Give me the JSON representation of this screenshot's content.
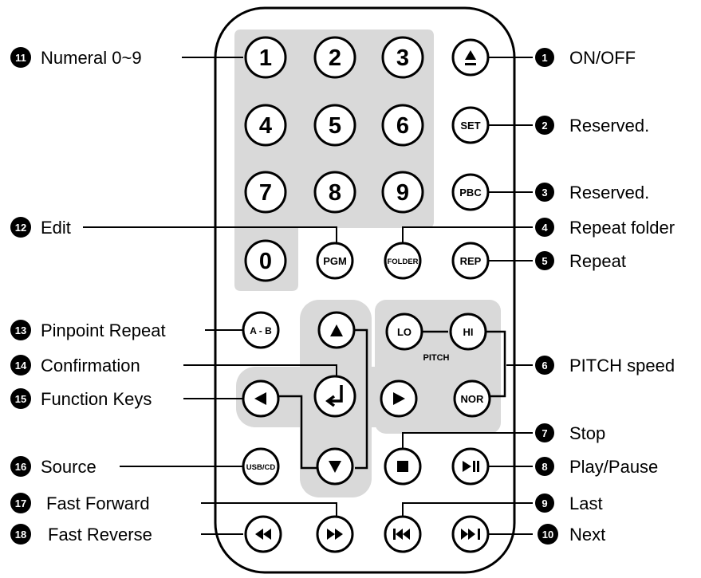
{
  "remote": {
    "buttons": {
      "n1": "1",
      "n2": "2",
      "n3": "3",
      "n4": "4",
      "n5": "5",
      "n6": "6",
      "n7": "7",
      "n8": "8",
      "n9": "9",
      "n0": "0",
      "set": "SET",
      "pbc": "PBC",
      "pgm": "PGM",
      "folder": "FOLDER",
      "rep": "REP",
      "ab": "A - B",
      "lo": "LO",
      "hi": "HI",
      "nor": "NOR",
      "usbcd": "USB/CD"
    },
    "pitch_label": "PITCH"
  },
  "callouts": {
    "c1": {
      "num": "1",
      "text": "ON/OFF"
    },
    "c2": {
      "num": "2",
      "text": "Reserved."
    },
    "c3": {
      "num": "3",
      "text": "Reserved."
    },
    "c4": {
      "num": "4",
      "text": "Repeat folder"
    },
    "c5": {
      "num": "5",
      "text": "Repeat"
    },
    "c6": {
      "num": "6",
      "text": "PITCH speed"
    },
    "c7": {
      "num": "7",
      "text": "Stop"
    },
    "c8": {
      "num": "8",
      "text": "Play/Pause"
    },
    "c9": {
      "num": "9",
      "text": "Last"
    },
    "c10": {
      "num": "10",
      "text": "Next"
    },
    "c11": {
      "num": "11",
      "text": "Numeral 0~9"
    },
    "c12": {
      "num": "12",
      "text": "Edit"
    },
    "c13": {
      "num": "13",
      "text": "Pinpoint Repeat"
    },
    "c14": {
      "num": "14",
      "text": "Confirmation"
    },
    "c15": {
      "num": "15",
      "text": "Function Keys"
    },
    "c16": {
      "num": "16",
      "text": "Source"
    },
    "c17": {
      "num": "17",
      "text": "Fast Forward"
    },
    "c18": {
      "num": "18",
      "text": "Fast Reverse"
    }
  }
}
